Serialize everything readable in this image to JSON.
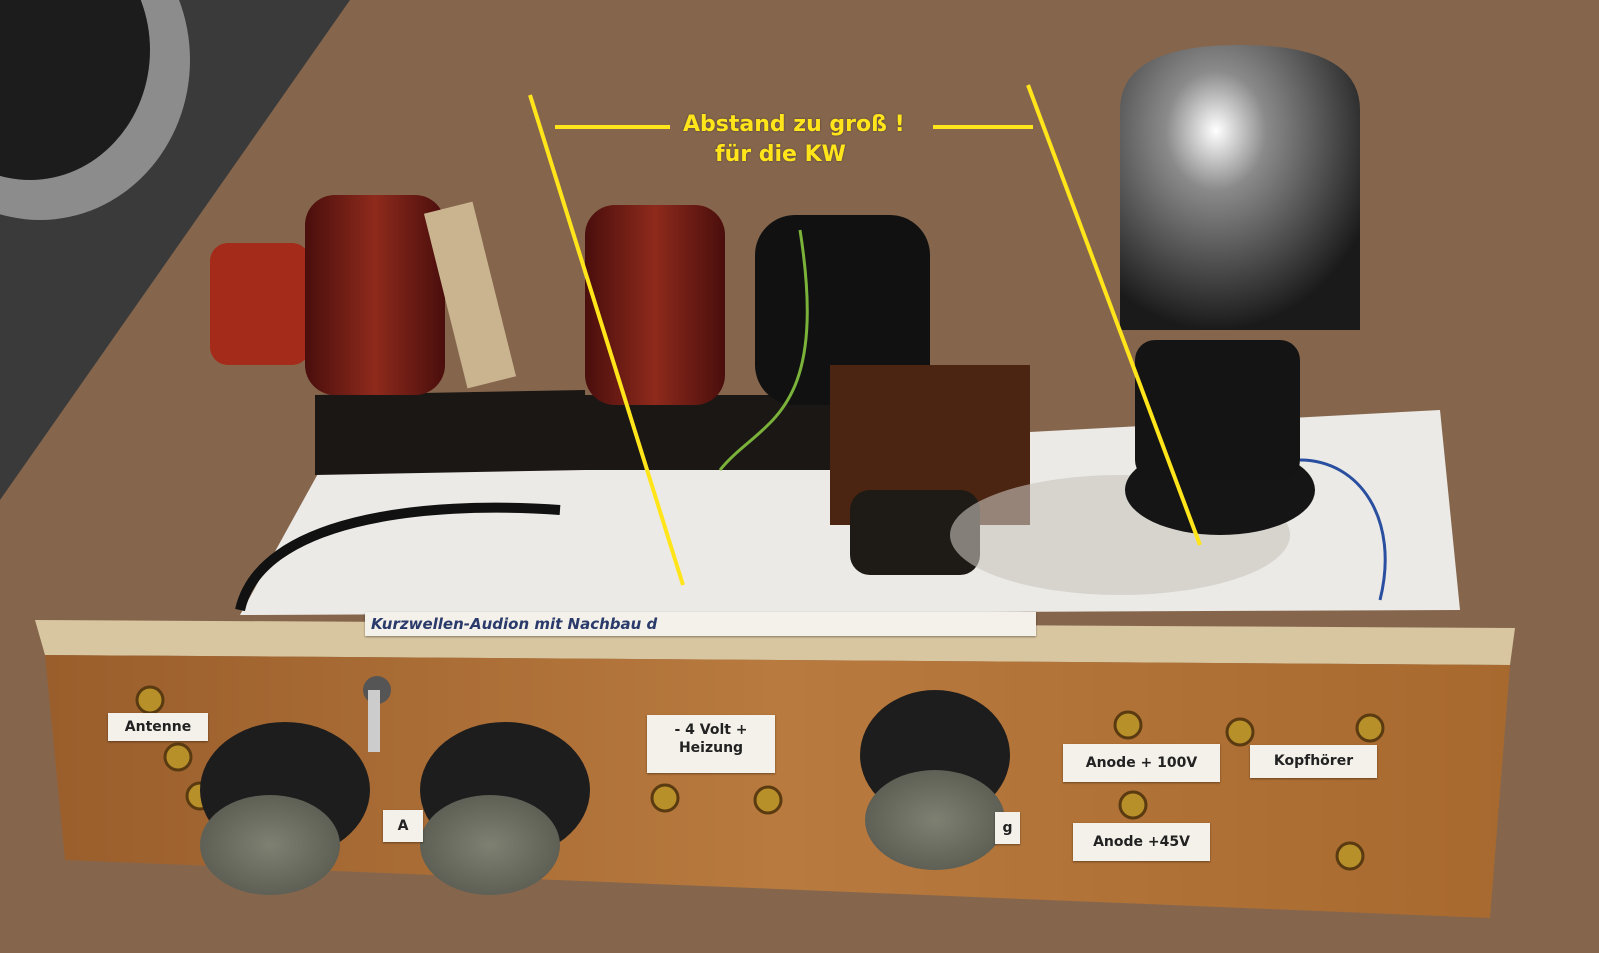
{
  "annotation": {
    "line1": "Abstand zu groß !",
    "line2": "für die KW",
    "color": "#ffe51a"
  },
  "panel_strip": "Kurzwellen-Audion mit Nachbau d",
  "labels": {
    "antenne": "Antenne",
    "fragment_a": "A",
    "heizung_line1": "- 4 Volt +",
    "heizung_line2": "Heizung",
    "fragment_g": "g",
    "anode100": "Anode + 100V",
    "kopfhoerer": "Kopfhörer",
    "anode45": "Anode +45V"
  }
}
